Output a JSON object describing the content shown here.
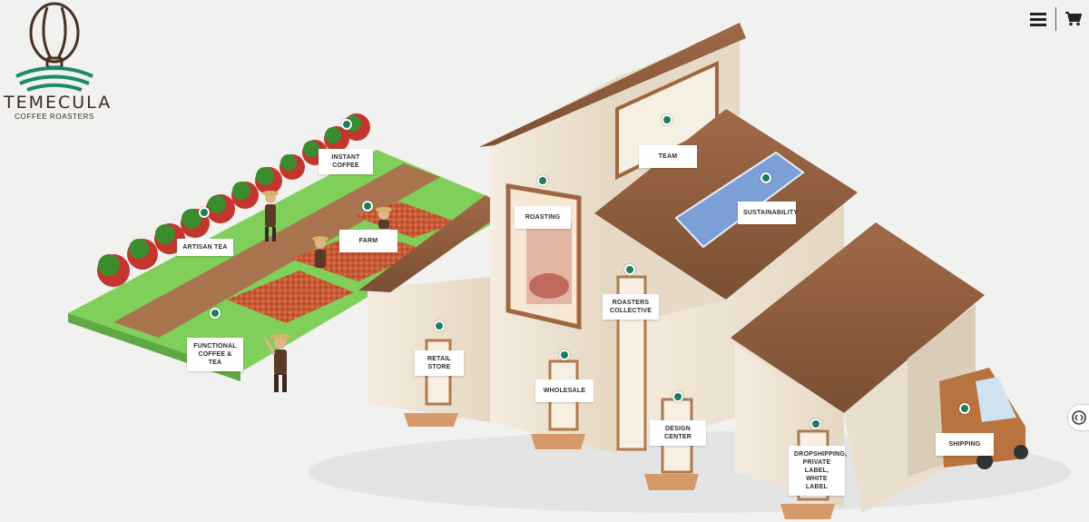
{
  "brand": {
    "name": "TEMECULA",
    "tagline": "COFFEE ROASTERS"
  },
  "header": {
    "menu_icon": "hamburger-menu-icon",
    "cart_icon": "shopping-cart-icon"
  },
  "hotspots": [
    {
      "id": "instant-coffee",
      "label": "INSTANT COFFEE"
    },
    {
      "id": "artisan-tea",
      "label": "ARTISAN TEA"
    },
    {
      "id": "farm",
      "label": "FARM"
    },
    {
      "id": "functional-coffee-tea",
      "label": "FUNCTIONAL COFFEE & TEA"
    },
    {
      "id": "team",
      "label": "TEAM"
    },
    {
      "id": "roasting",
      "label": "ROASTING"
    },
    {
      "id": "sustainability",
      "label": "SUSTAINABILITY"
    },
    {
      "id": "roasters-collective",
      "label": "ROASTERS COLLECTIVE"
    },
    {
      "id": "retail-store",
      "label": "RETAIL STORE"
    },
    {
      "id": "wholesale",
      "label": "WHOLESALE"
    },
    {
      "id": "design-center",
      "label": "DESIGN CENTER"
    },
    {
      "id": "dropshipping",
      "label": "DROPSHIPPING, PRIVATE LABEL, WHITE LABEL"
    },
    {
      "id": "shipping",
      "label": "SHIPPING"
    }
  ],
  "colors": {
    "accent": "#1e7d5c",
    "roof": "#8a5a3c",
    "wall": "#efe5d3",
    "grass": "#7fcf5a"
  }
}
